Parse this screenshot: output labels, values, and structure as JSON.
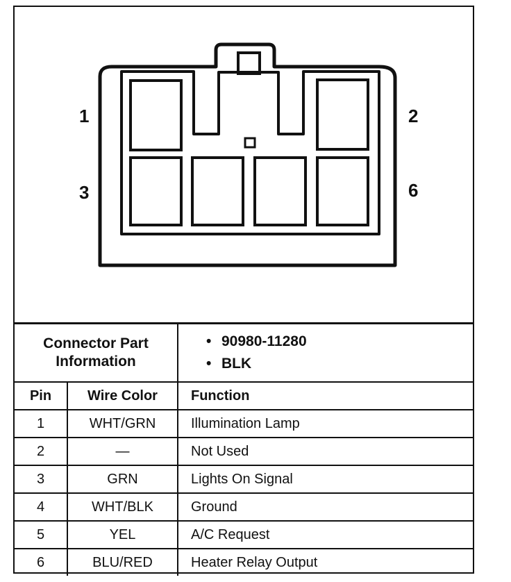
{
  "connector": {
    "pin_numbers": {
      "p1": "1",
      "p2": "2",
      "p3": "3",
      "p6": "6"
    }
  },
  "part_info": {
    "label_line1": "Connector Part",
    "label_line2": "Information",
    "bullet": "•",
    "part_number": "90980-11280",
    "color": "BLK"
  },
  "table": {
    "headers": {
      "pin": "Pin",
      "wire_color": "Wire Color",
      "function": "Function"
    },
    "rows": [
      {
        "pin": "1",
        "wire_color": "WHT/GRN",
        "function": "Illumination Lamp"
      },
      {
        "pin": "2",
        "wire_color": "—",
        "function": "Not Used"
      },
      {
        "pin": "3",
        "wire_color": "GRN",
        "function": "Lights On Signal"
      },
      {
        "pin": "4",
        "wire_color": "WHT/BLK",
        "function": "Ground"
      },
      {
        "pin": "5",
        "wire_color": "YEL",
        "function": "A/C Request"
      },
      {
        "pin": "6",
        "wire_color": "BLU/RED",
        "function": "Heater Relay Output"
      }
    ]
  }
}
